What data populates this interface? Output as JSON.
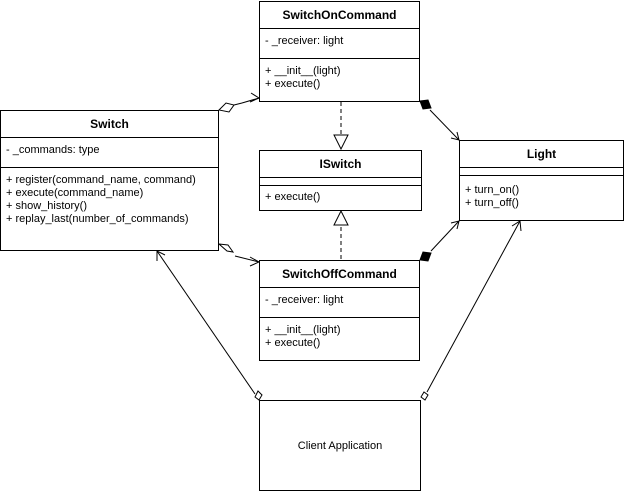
{
  "classes": {
    "switch_on": {
      "name": "SwitchOnCommand",
      "attributes": [
        "- _receiver: light"
      ],
      "operations": [
        "+ __init__(light)",
        "+ execute()"
      ]
    },
    "switch": {
      "name": "Switch",
      "attributes": [
        "- _commands: type"
      ],
      "operations": [
        "+ register(command_name, command)",
        "+ execute(command_name)",
        "+ show_history()",
        "+ replay_last(number_of_commands)"
      ]
    },
    "iswitch": {
      "name": "ISwitch",
      "attributes": [],
      "operations": [
        "+ execute()"
      ]
    },
    "light": {
      "name": "Light",
      "attributes": [],
      "operations": [
        "+ turn_on()",
        "+ turn_off()"
      ]
    },
    "switch_off": {
      "name": "SwitchOffCommand",
      "attributes": [
        "- _receiver: light"
      ],
      "operations": [
        "+ __init__(light)",
        "+ execute()"
      ]
    }
  },
  "client": {
    "label": "Client Application"
  }
}
